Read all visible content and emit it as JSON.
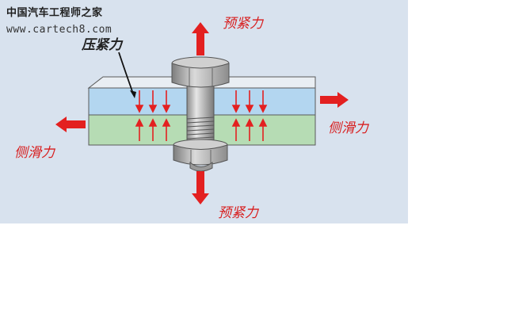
{
  "watermark": {
    "site_name": "中国汽车工程师之家",
    "url": "www.cartech8.com"
  },
  "labels": {
    "preload_top": "预紧力",
    "preload_bottom": "预紧力",
    "clamp_force": "压紧力",
    "side_slip_right": "侧滑力",
    "side_slip_left": "侧滑力"
  },
  "colors": {
    "background": "#d8e2ee",
    "upper_plate": "#b3d6f0",
    "lower_plate": "#b6dcb4",
    "arrow_red": "#e32020",
    "bolt_gray": "#a8a8a8"
  }
}
